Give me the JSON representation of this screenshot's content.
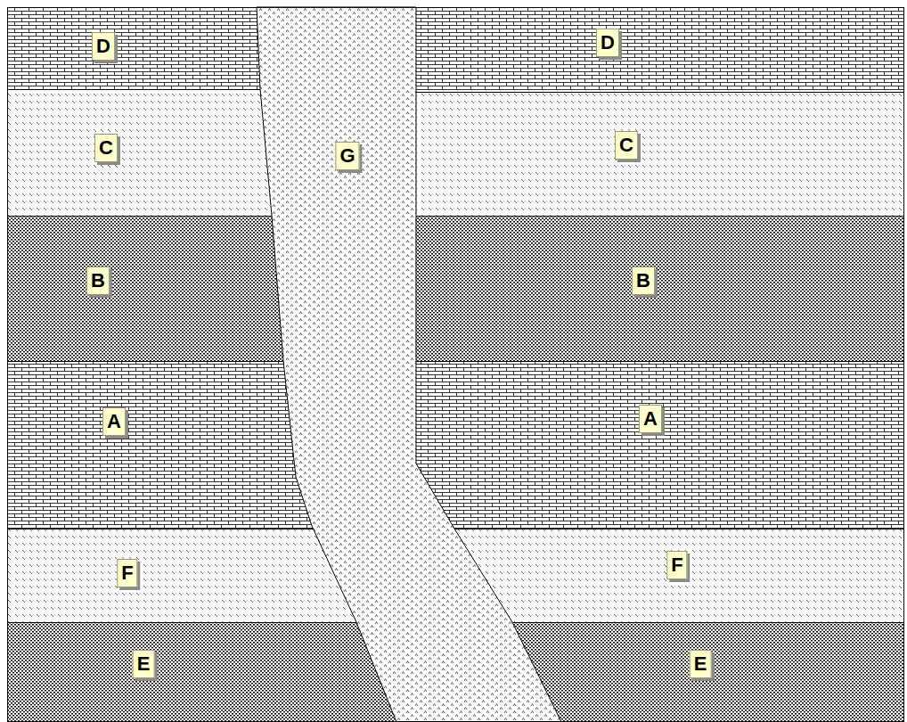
{
  "diagram": {
    "labels": [
      "D",
      "D",
      "C",
      "G",
      "C",
      "B",
      "B",
      "A",
      "A",
      "F",
      "F",
      "E",
      "E"
    ]
  }
}
